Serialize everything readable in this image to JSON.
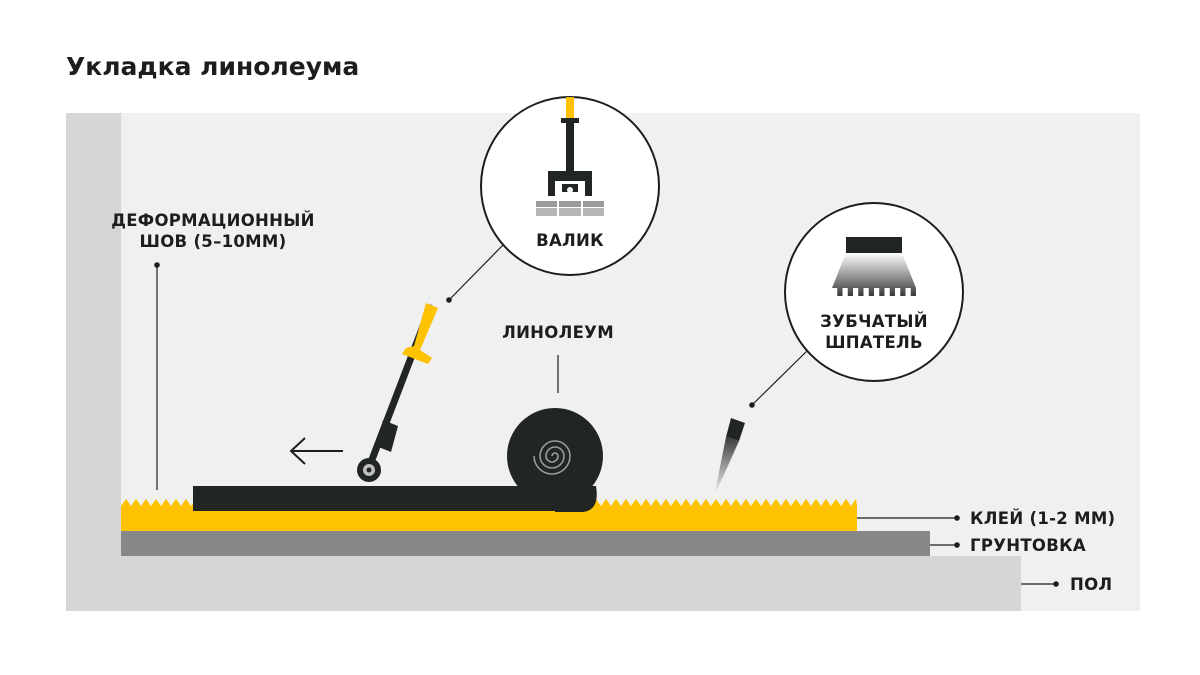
{
  "title": "Укладка линолеума",
  "labels": {
    "expansion_joint_line1": "ДЕФОРМАЦИОННЫЙ",
    "expansion_joint_line2": "ШОВ (5–10ММ)",
    "roller": "ВАЛИК",
    "linoleum": "ЛИНОЛЕУМ",
    "trowel_line1": "ЗУБЧАТЫЙ",
    "trowel_line2": "ШПАТЕЛЬ",
    "glue": "КЛЕЙ (1-2 ММ)",
    "primer": "ГРУНТОВКА",
    "floor": "ПОЛ"
  },
  "colors": {
    "background": "#f0f0f0",
    "wall": "#d6d6d6",
    "floor": "#d6d6d6",
    "primer": "#878787",
    "glue": "#ffc200",
    "linoleum": "#212625",
    "handle_yellow": "#ffc200",
    "text": "#1d1d1d"
  },
  "icons": {
    "roller": "roller-tool-icon",
    "trowel": "notched-trowel-icon",
    "arrow": "arrow-left-icon"
  }
}
